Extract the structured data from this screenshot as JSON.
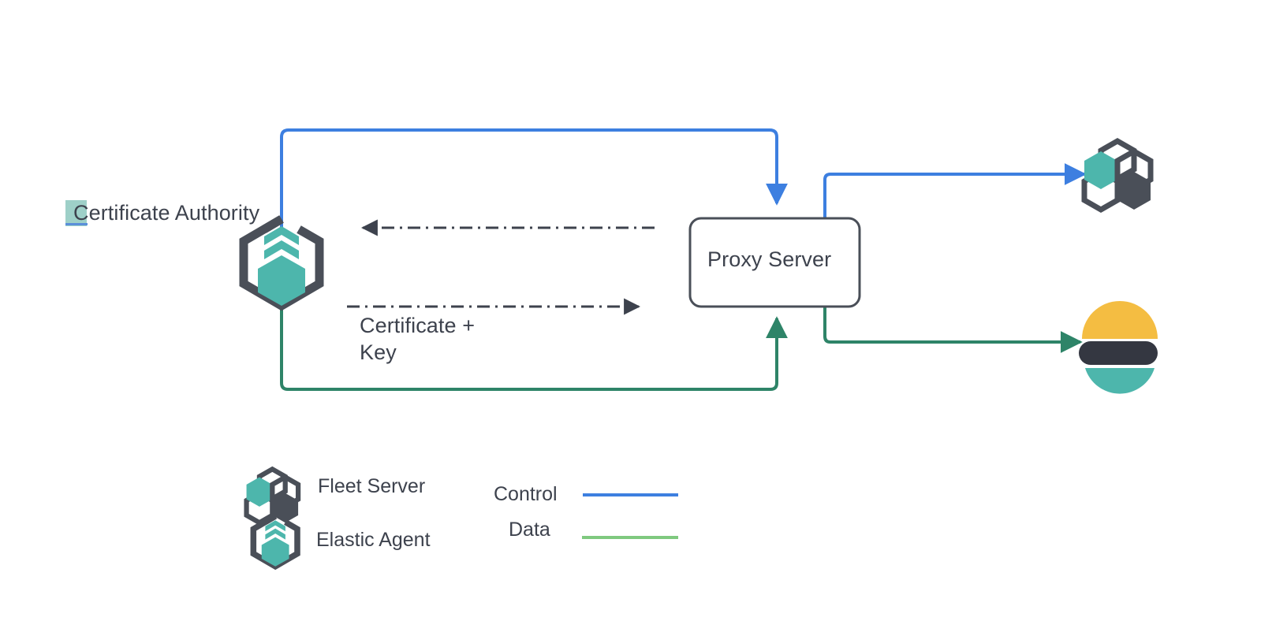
{
  "diagram": {
    "title": "Certificate Authority and Proxy Server architecture",
    "colors": {
      "control_line": "#3d7fe0",
      "data_line": "#2e8468",
      "legend_data_line": "#7fc97f",
      "dash_line": "#52575e",
      "node_stroke": "#4a4f58",
      "teal": "#4db6ac",
      "dark_hex": "#4a4f58",
      "elastic_yellow": "#f4bd42",
      "elastic_dark": "#343741",
      "elastic_teal": "#4db6ac",
      "text": "#3d424d",
      "highlight": "#9ed0c8",
      "highlight_underline": "#5b8fd9"
    },
    "nodes": [
      {
        "id": "certificate-authority",
        "label": "Certificate Authority",
        "icon": "elastic-agent-icon",
        "highlighted_char": "C"
      },
      {
        "id": "proxy-server",
        "label": "Proxy Server",
        "shape": "rounded-rect"
      },
      {
        "id": "fleet-server",
        "label": "",
        "icon": "fleet-server-icon"
      },
      {
        "id": "elasticsearch",
        "label": "",
        "icon": "elasticsearch-icon"
      }
    ],
    "edges": [
      {
        "id": "control-agent-to-proxy",
        "type": "control",
        "style": "solid",
        "from": "certificate-authority",
        "to": "proxy-server",
        "label": ""
      },
      {
        "id": "control-proxy-to-fleet",
        "type": "control",
        "style": "solid",
        "from": "proxy-server",
        "to": "fleet-server",
        "label": ""
      },
      {
        "id": "data-agent-to-proxy",
        "type": "data",
        "style": "solid",
        "from": "certificate-authority",
        "to": "proxy-server",
        "label": ""
      },
      {
        "id": "data-proxy-to-elasticsearch",
        "type": "data",
        "style": "solid",
        "from": "proxy-server",
        "to": "elasticsearch",
        "label": ""
      },
      {
        "id": "request-proxy-to-ca",
        "type": "request",
        "style": "dash-dot",
        "from": "proxy-server",
        "to": "certificate-authority",
        "label": ""
      },
      {
        "id": "certificate-key-ca-to-proxy",
        "type": "certificate",
        "style": "dash-dot",
        "from": "certificate-authority",
        "to": "proxy-server",
        "label": "Certificate +\nKey"
      }
    ]
  },
  "legend": {
    "icons": [
      {
        "id": "fleet-server",
        "icon": "fleet-server-icon",
        "label": "Fleet Server"
      },
      {
        "id": "elastic-agent",
        "icon": "elastic-agent-icon",
        "label": "Elastic Agent"
      }
    ],
    "lines": [
      {
        "id": "control",
        "label": "Control",
        "color": "#3d7fe0"
      },
      {
        "id": "data",
        "label": "Data",
        "color": "#7fc97f"
      }
    ]
  }
}
